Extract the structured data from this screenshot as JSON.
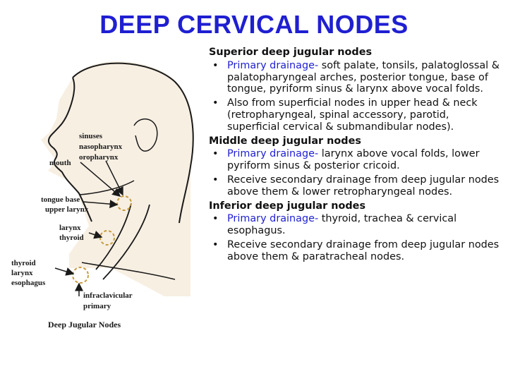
{
  "title": "DEEP CERVICAL NODES",
  "figure": {
    "labels": {
      "sinuses": "sinuses",
      "nasopharynx": "nasopharynx",
      "oropharynx": "oropharynx",
      "mouth": "mouth",
      "tongue_base": "tongue base",
      "upper_larynx": "upper larynx",
      "larynx": "larynx",
      "thyroid": "thyroid",
      "left_thyroid": "thyroid",
      "left_larynx": "larynx",
      "esophagus": "esophagus",
      "infraclavicular": "infraclavicular",
      "primary": "primary"
    },
    "caption": "Deep Jugular Nodes"
  },
  "sections": [
    {
      "heading": "Superior deep jugular nodes",
      "bullets": [
        {
          "highlight": "Primary drainage-",
          "text": " soft palate, tonsils, palatoglossal & palatopharyngeal arches, posterior tongue, base of tongue, pyriform sinus & larynx above vocal folds."
        },
        {
          "highlight": "",
          "text": "Also from superficial nodes in upper head & neck (retropharyngeal, spinal accessory, parotid, superficial cervical & submandibular nodes)."
        }
      ]
    },
    {
      "heading": "Middle deep jugular nodes",
      "bullets": [
        {
          "highlight": "Primary drainage-",
          "text": " larynx above vocal folds, lower pyriform sinus & posterior cricoid."
        },
        {
          "highlight": "",
          "text": "Receive secondary drainage from deep jugular nodes above them & lower retropharyngeal nodes."
        }
      ]
    },
    {
      "heading": "Inferior deep jugular nodes",
      "bullets": [
        {
          "highlight": "Primary drainage-",
          "text": " thyroid, trachea & cervical esophagus."
        },
        {
          "highlight": "",
          "text": "Receive secondary drainage from deep jugular nodes above them & paratracheal nodes."
        }
      ]
    }
  ],
  "colors": {
    "title": "#1f1fd1",
    "highlight": "#1f1fd1",
    "skin": "#f7efe2",
    "node_ring": "#c89a3c"
  }
}
